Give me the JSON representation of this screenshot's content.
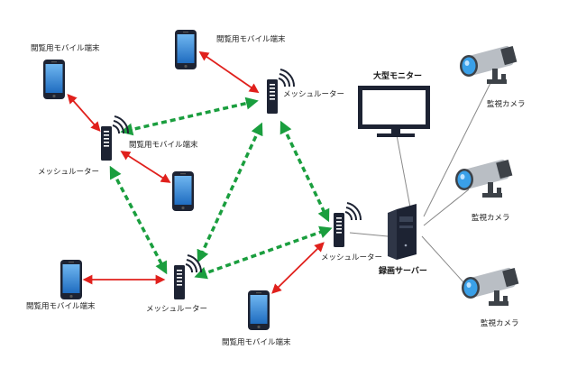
{
  "labels": {
    "phone_tl": "閲覧用モバイル端末",
    "phone_top": "閲覧用モバイル端末",
    "phone_mid": "閲覧用モバイル端末",
    "phone_bl": "閲覧用モバイル端末",
    "phone_bottom": "閲覧用モバイル端末",
    "router_left": "メッシュルーター",
    "router_top": "メッシュルーター",
    "router_right": "メッシュルーター",
    "router_bottom": "メッシュルーター",
    "monitor": "大型モニター",
    "server": "録画サーバー",
    "camera_1": "監視カメラ",
    "camera_2": "監視カメラ",
    "camera_3": "監視カメラ"
  },
  "colors": {
    "mesh_link": "#1a9e3e",
    "phone_link": "#e0201c",
    "cable": "#888888",
    "device_dark": "#1d2333",
    "screen_blue": "#2d7fd4",
    "camera_body": "#b9bec4",
    "camera_dark": "#3d4248",
    "lens_blue": "#3aa0e8"
  }
}
